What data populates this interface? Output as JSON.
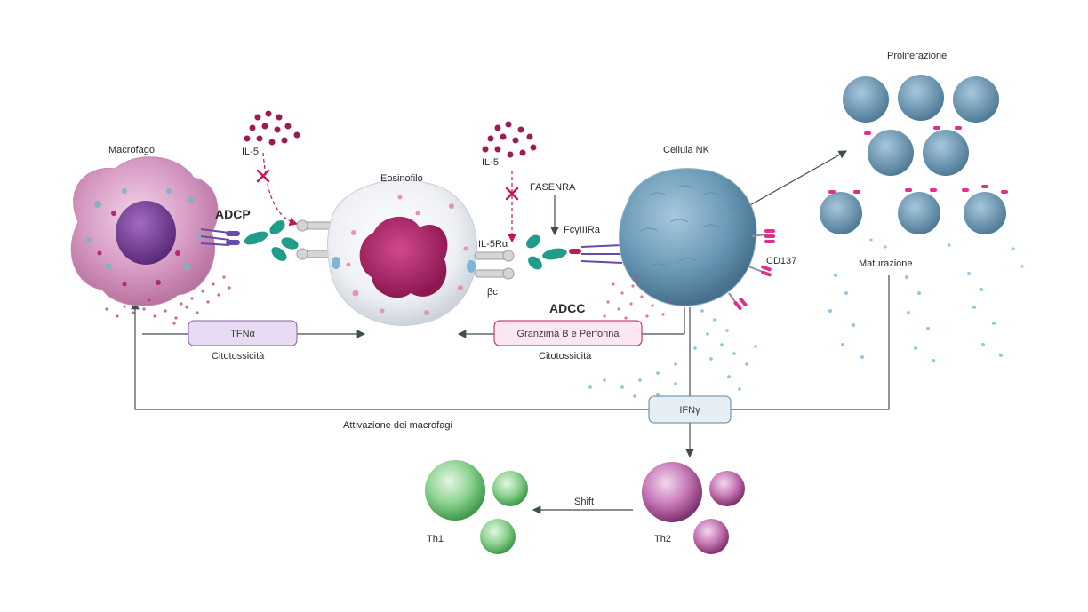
{
  "labels": {
    "macrophage": "Macrofago",
    "eosinophil": "Eosinofilo",
    "nk_cell": "Cellula NK",
    "il5_left": "IL-5",
    "il5_right": "IL-5",
    "adcp": "ADCP",
    "adcc": "ADCC",
    "fasenra": "FASENRA",
    "il5ra": "IL-5Rα",
    "bc": "βc",
    "fcgr": "FcγIIIRa",
    "cd137": "CD137",
    "proliferation": "Proliferazione",
    "maturation": "Maturazione",
    "cytotox_left": "Citotossicità",
    "cytotox_right": "Citotossicità",
    "macro_activation": "Attivazione dei macrofagi",
    "shift": "Shift",
    "th1": "Th1",
    "th2": "Th2"
  },
  "boxes": {
    "tnf": "TFNα",
    "granzyme": "Granzima B e Perforina",
    "ifn": "IFNγ"
  },
  "colors": {
    "macrophage": "#d9a0c8",
    "eosinophil_nucleus": "#b0286e",
    "nk": "#6b9bb8",
    "il5_dots": "#9b1b55",
    "antibody": "#1f9c8a",
    "receptor": "#6a4aa8",
    "th1": "#5fbf6a",
    "th2": "#b04aa0",
    "tnf_box": "#e8dcf2",
    "granzyme_box": "#fbe7f1",
    "ifn_box": "#e6eef5",
    "arrows": "#3f4d55"
  }
}
